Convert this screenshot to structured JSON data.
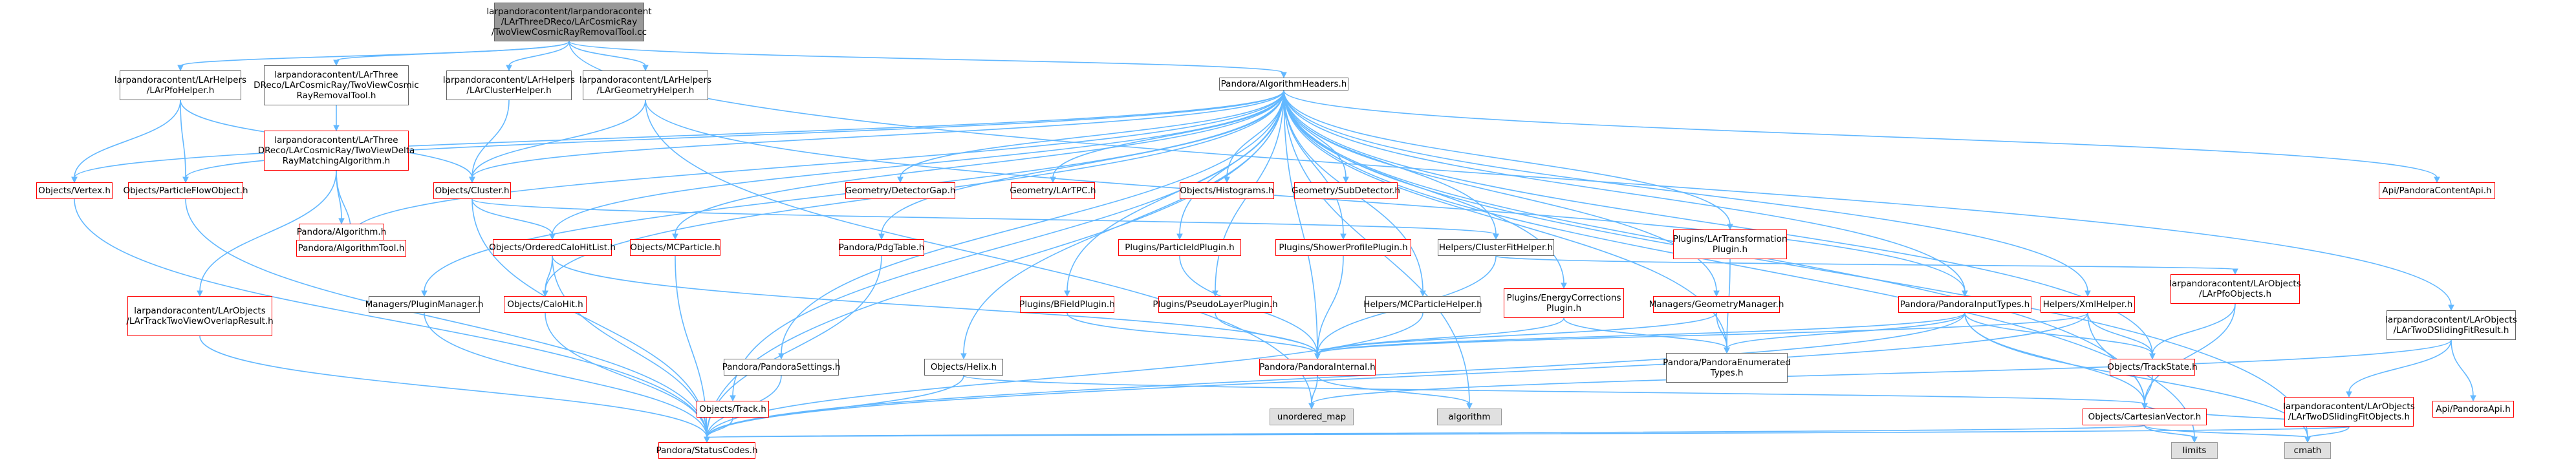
{
  "diagram": {
    "type": "include-dependency-graph",
    "nodes": [
      {
        "id": "root",
        "label": "larpandoracontent/larpandoracontent\n/LArThreeDReco/LArCosmicRay\n/TwoViewCosmicRayRemovalTool.cc",
        "style": "focus"
      },
      {
        "id": "pfoHelper",
        "label": "larpandoracontent/LArHelpers\n/LArPfoHelper.h",
        "style": "normal"
      },
      {
        "id": "tool_h",
        "label": "larpandoracontent/LArThree\nDReco/LArCosmicRay/TwoViewCosmic\nRayRemovalTool.h",
        "style": "normal"
      },
      {
        "id": "clusterHelper",
        "label": "larpandoracontent/LArHelpers\n/LArClusterHelper.h",
        "style": "normal"
      },
      {
        "id": "geomHelper",
        "label": "larpandoracontent/LArHelpers\n/LArGeometryHelper.h",
        "style": "normal"
      },
      {
        "id": "algHeaders",
        "label": "Pandora/AlgorithmHeaders.h",
        "style": "normal"
      },
      {
        "id": "twoDSlidingRes",
        "label": "larpandoracontent/LArObjects\n/LArTwoDSlidingFitResult.h",
        "style": "normal"
      },
      {
        "id": "vertex",
        "label": "Objects/Vertex.h",
        "style": "red"
      },
      {
        "id": "pfoFlow",
        "label": "Objects/ParticleFlowObject.h",
        "style": "red"
      },
      {
        "id": "deltaAlg",
        "label": "larpandoracontent/LArThree\nDReco/LArCosmicRay/TwoViewDelta\nRayMatchingAlgorithm.h",
        "style": "red"
      },
      {
        "id": "cluster",
        "label": "Objects/Cluster.h",
        "style": "red"
      },
      {
        "id": "detGap",
        "label": "Geometry/DetectorGap.h",
        "style": "red"
      },
      {
        "id": "lartpc",
        "label": "Geometry/LArTPC.h",
        "style": "red"
      },
      {
        "id": "histograms",
        "label": "Objects/Histograms.h",
        "style": "red"
      },
      {
        "id": "subDet",
        "label": "Geometry/SubDetector.h",
        "style": "red"
      },
      {
        "id": "apiContent",
        "label": "Api/PandoraContentApi.h",
        "style": "red"
      },
      {
        "id": "algorithm_h",
        "label": "Pandora/Algorithm.h",
        "style": "red"
      },
      {
        "id": "algTool",
        "label": "Pandora/AlgorithmTool.h",
        "style": "red"
      },
      {
        "id": "orderedCalo",
        "label": "Objects/OrderedCaloHitList.h",
        "style": "red"
      },
      {
        "id": "mcParticle",
        "label": "Objects/MCParticle.h",
        "style": "red"
      },
      {
        "id": "pdgTable",
        "label": "Pandora/PdgTable.h",
        "style": "red"
      },
      {
        "id": "particleIdPlugin",
        "label": "Plugins/ParticleIdPlugin.h",
        "style": "red"
      },
      {
        "id": "showerProfile",
        "label": "Plugins/ShowerProfilePlugin.h",
        "style": "red"
      },
      {
        "id": "clusterFitHelper",
        "label": "Helpers/ClusterFitHelper.h",
        "style": "normal"
      },
      {
        "id": "lartransformation",
        "label": "Plugins/LArTransformation\nPlugin.h",
        "style": "red"
      },
      {
        "id": "larPfoObjects",
        "label": "larpandoracontent/LArObjects\n/LArPfoObjects.h",
        "style": "red"
      },
      {
        "id": "trackTwoView",
        "label": "larpandoracontent/LArObjects\n/LArTrackTwoViewOverlapResult.h",
        "style": "red"
      },
      {
        "id": "pluginManager",
        "label": "Managers/PluginManager.h",
        "style": "normal"
      },
      {
        "id": "caloHit",
        "label": "Objects/CaloHit.h",
        "style": "red"
      },
      {
        "id": "bfield",
        "label": "Plugins/BFieldPlugin.h",
        "style": "red"
      },
      {
        "id": "pseudoLayer",
        "label": "Plugins/PseudoLayerPlugin.h",
        "style": "red"
      },
      {
        "id": "mcParticleHelper",
        "label": "Helpers/MCParticleHelper.h",
        "style": "normal"
      },
      {
        "id": "energyCorr",
        "label": "Plugins/EnergyCorrections\nPlugin.h",
        "style": "red"
      },
      {
        "id": "geomManager",
        "label": "Managers/GeometryManager.h",
        "style": "red"
      },
      {
        "id": "inputTypes",
        "label": "Pandora/PandoraInputTypes.h",
        "style": "red"
      },
      {
        "id": "xmlHelper",
        "label": "Helpers/XmlHelper.h",
        "style": "red"
      },
      {
        "id": "pandoraSettings",
        "label": "Pandora/PandoraSettings.h",
        "style": "normal"
      },
      {
        "id": "helix",
        "label": "Objects/Helix.h",
        "style": "normal"
      },
      {
        "id": "pandoraInternal",
        "label": "Pandora/PandoraInternal.h",
        "style": "red"
      },
      {
        "id": "enumTypes",
        "label": "Pandora/PandoraEnumerated\nTypes.h",
        "style": "normal"
      },
      {
        "id": "trackState",
        "label": "Objects/TrackState.h",
        "style": "red"
      },
      {
        "id": "twoDSlidingFitObjects",
        "label": "larpandoracontent/LArObjects\n/LArTwoDSlidingFitObjects.h",
        "style": "red"
      },
      {
        "id": "pandoraApi",
        "label": "Api/PandoraApi.h",
        "style": "red"
      },
      {
        "id": "track",
        "label": "Objects/Track.h",
        "style": "red"
      },
      {
        "id": "unorderedMap",
        "label": "unordered_map",
        "style": "gray"
      },
      {
        "id": "algorithmStd",
        "label": "algorithm",
        "style": "gray"
      },
      {
        "id": "cartesian",
        "label": "Objects/CartesianVector.h",
        "style": "red"
      },
      {
        "id": "statusCodes",
        "label": "Pandora/StatusCodes.h",
        "style": "red"
      },
      {
        "id": "limits",
        "label": "limits",
        "style": "gray"
      },
      {
        "id": "cmath",
        "label": "cmath",
        "style": "gray"
      }
    ],
    "edges": [
      [
        "root",
        "pfoHelper"
      ],
      [
        "root",
        "tool_h"
      ],
      [
        "root",
        "clusterHelper"
      ],
      [
        "root",
        "geomHelper"
      ],
      [
        "root",
        "algHeaders"
      ],
      [
        "root",
        "twoDSlidingRes"
      ],
      [
        "pfoHelper",
        "vertex"
      ],
      [
        "pfoHelper",
        "pfoFlow"
      ],
      [
        "pfoHelper",
        "cluster"
      ],
      [
        "tool_h",
        "deltaAlg"
      ],
      [
        "clusterHelper",
        "cluster"
      ],
      [
        "geomHelper",
        "cluster"
      ],
      [
        "geomHelper",
        "unorderedMap"
      ],
      [
        "geomHelper",
        "inputTypes"
      ],
      [
        "deltaAlg",
        "algorithm_h"
      ],
      [
        "deltaAlg",
        "algTool"
      ],
      [
        "deltaAlg",
        "trackTwoView"
      ],
      [
        "algHeaders",
        "vertex"
      ],
      [
        "algHeaders",
        "pfoFlow"
      ],
      [
        "algHeaders",
        "cluster"
      ],
      [
        "algHeaders",
        "detGap"
      ],
      [
        "algHeaders",
        "lartpc"
      ],
      [
        "algHeaders",
        "histograms"
      ],
      [
        "algHeaders",
        "subDet"
      ],
      [
        "algHeaders",
        "apiContent"
      ],
      [
        "algHeaders",
        "algTool"
      ],
      [
        "algHeaders",
        "orderedCalo"
      ],
      [
        "algHeaders",
        "mcParticle"
      ],
      [
        "algHeaders",
        "pdgTable"
      ],
      [
        "algHeaders",
        "particleIdPlugin"
      ],
      [
        "algHeaders",
        "showerProfile"
      ],
      [
        "algHeaders",
        "clusterFitHelper"
      ],
      [
        "algHeaders",
        "lartransformation"
      ],
      [
        "algHeaders",
        "pluginManager"
      ],
      [
        "algHeaders",
        "caloHit"
      ],
      [
        "algHeaders",
        "bfield"
      ],
      [
        "algHeaders",
        "pseudoLayer"
      ],
      [
        "algHeaders",
        "mcParticleHelper"
      ],
      [
        "algHeaders",
        "energyCorr"
      ],
      [
        "algHeaders",
        "geomManager"
      ],
      [
        "algHeaders",
        "inputTypes"
      ],
      [
        "algHeaders",
        "xmlHelper"
      ],
      [
        "algHeaders",
        "pandoraSettings"
      ],
      [
        "algHeaders",
        "helix"
      ],
      [
        "algHeaders",
        "pandoraInternal"
      ],
      [
        "algHeaders",
        "enumTypes"
      ],
      [
        "algHeaders",
        "trackState"
      ],
      [
        "algHeaders",
        "track"
      ],
      [
        "algHeaders",
        "algorithmStd"
      ],
      [
        "algHeaders",
        "cartesian"
      ],
      [
        "algHeaders",
        "statusCodes"
      ],
      [
        "algHeaders",
        "limits"
      ],
      [
        "algHeaders",
        "cmath"
      ],
      [
        "vertex",
        "statusCodes"
      ],
      [
        "pfoFlow",
        "statusCodes"
      ],
      [
        "cluster",
        "orderedCalo"
      ],
      [
        "cluster",
        "clusterFitHelper"
      ],
      [
        "cluster",
        "statusCodes"
      ],
      [
        "orderedCalo",
        "caloHit"
      ],
      [
        "orderedCalo",
        "pandoraInternal"
      ],
      [
        "orderedCalo",
        "statusCodes"
      ],
      [
        "caloHit",
        "statusCodes"
      ],
      [
        "mcParticle",
        "statusCodes"
      ],
      [
        "pdgTable",
        "statusCodes"
      ],
      [
        "particleIdPlugin",
        "pandoraInternal"
      ],
      [
        "showerProfile",
        "pandoraInternal"
      ],
      [
        "bfield",
        "pandoraInternal"
      ],
      [
        "pseudoLayer",
        "pandoraInternal"
      ],
      [
        "clusterFitHelper",
        "pandoraInternal"
      ],
      [
        "clusterFitHelper",
        "larPfoObjects"
      ],
      [
        "lartransformation",
        "enumTypes"
      ],
      [
        "larPfoObjects",
        "trackState"
      ],
      [
        "larPfoObjects",
        "cartesian"
      ],
      [
        "trackTwoView",
        "statusCodes"
      ],
      [
        "pluginManager",
        "statusCodes"
      ],
      [
        "mcParticleHelper",
        "statusCodes"
      ],
      [
        "energyCorr",
        "enumTypes"
      ],
      [
        "energyCorr",
        "pandoraInternal"
      ],
      [
        "geomManager",
        "enumTypes"
      ],
      [
        "geomManager",
        "pandoraInternal"
      ],
      [
        "inputTypes",
        "pandoraInternal"
      ],
      [
        "inputTypes",
        "enumTypes"
      ],
      [
        "inputTypes",
        "trackState"
      ],
      [
        "inputTypes",
        "cartesian"
      ],
      [
        "inputTypes",
        "statusCodes"
      ],
      [
        "inputTypes",
        "cmath"
      ],
      [
        "xmlHelper",
        "pandoraInternal"
      ],
      [
        "xmlHelper",
        "trackState"
      ],
      [
        "xmlHelper",
        "cartesian"
      ],
      [
        "xmlHelper",
        "statusCodes"
      ],
      [
        "pandoraSettings",
        "statusCodes"
      ],
      [
        "helix",
        "cartesian"
      ],
      [
        "helix",
        "statusCodes"
      ],
      [
        "pandoraInternal",
        "unorderedMap"
      ],
      [
        "pandoraInternal",
        "algorithmStd"
      ],
      [
        "trackState",
        "cartesian"
      ],
      [
        "track",
        "statusCodes"
      ],
      [
        "cartesian",
        "statusCodes"
      ],
      [
        "cartesian",
        "limits"
      ],
      [
        "cartesian",
        "cmath"
      ],
      [
        "twoDSlidingRes",
        "twoDSlidingFitObjects"
      ],
      [
        "twoDSlidingRes",
        "pandoraApi"
      ],
      [
        "twoDSlidingRes",
        "unorderedMap"
      ],
      [
        "twoDSlidingFitObjects",
        "cartesian"
      ],
      [
        "twoDSlidingFitObjects",
        "statusCodes"
      ],
      [
        "twoDSlidingFitObjects",
        "cmath"
      ]
    ]
  }
}
